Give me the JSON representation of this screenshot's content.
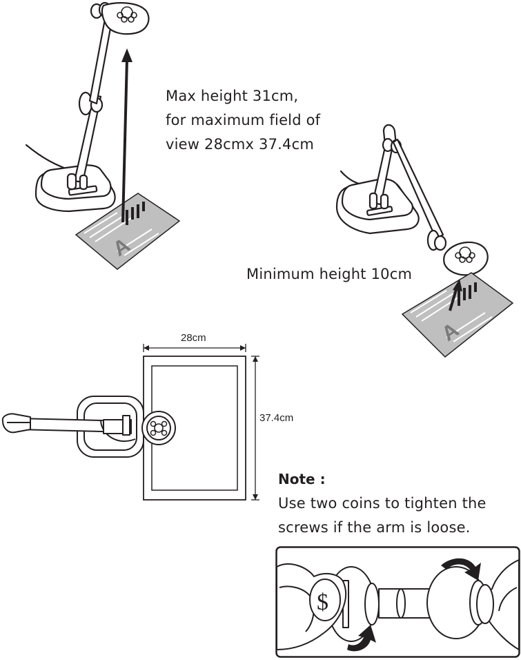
{
  "max_height": {
    "lines": [
      "Max height 31cm,",
      "for maximum field of",
      "view 28cmx 37.4cm"
    ]
  },
  "min_height": {
    "label": "Minimum height 10cm"
  },
  "field_of_view": {
    "width_label": "28cm",
    "height_label": "37.4cm"
  },
  "note": {
    "title": "Note :",
    "lines": [
      "Use two coins to tighten the",
      "screws if the arm is loose."
    ]
  },
  "document_letter": "A"
}
